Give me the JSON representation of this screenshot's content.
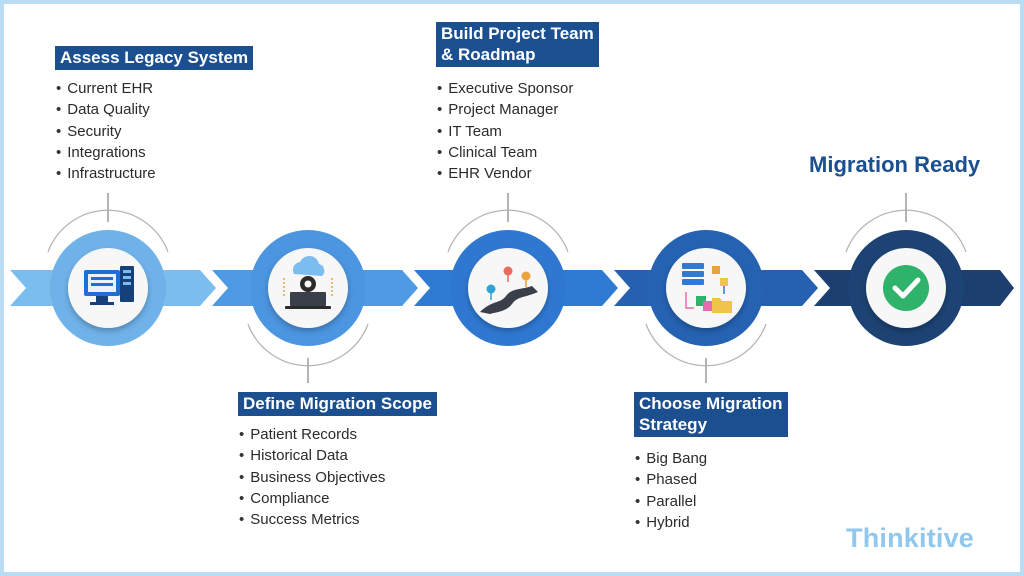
{
  "steps": [
    {
      "heading_lines": [
        "Assess Legacy System"
      ],
      "items": [
        "Current EHR",
        "Data Quality",
        "Security",
        "Integrations",
        "Infrastructure"
      ],
      "icon": "computer-server-icon",
      "color": "#6fb2ea"
    },
    {
      "heading_lines": [
        "Define Migration Scope"
      ],
      "items": [
        "Patient Records",
        "Historical Data",
        "Business Objectives",
        "Compliance",
        "Success Metrics"
      ],
      "icon": "cloud-gear-laptop-icon",
      "color": "#4b95e1"
    },
    {
      "heading_lines": [
        "Build Project Team",
        "& Roadmap"
      ],
      "items": [
        "Executive Sponsor",
        "Project Manager",
        "IT Team",
        "Clinical Team",
        "EHR Vendor"
      ],
      "icon": "roadmap-icon",
      "color": "#2f78d1"
    },
    {
      "heading_lines": [
        "Choose Migration",
        "Strategy"
      ],
      "items": [
        "Big Bang",
        "Phased",
        "Parallel",
        "Hybrid"
      ],
      "icon": "data-transfer-icon",
      "color": "#2562b2"
    },
    {
      "heading_lines": [
        "Migration Ready"
      ],
      "items": [],
      "icon": "checkmark-icon",
      "color": "#1c4373"
    }
  ],
  "brand": {
    "logo_text": "Thinkitive"
  },
  "colors": {
    "heading_bg": "#1c4f8f",
    "logo": "#8fc7ef",
    "check_green": "#2fb36b"
  }
}
